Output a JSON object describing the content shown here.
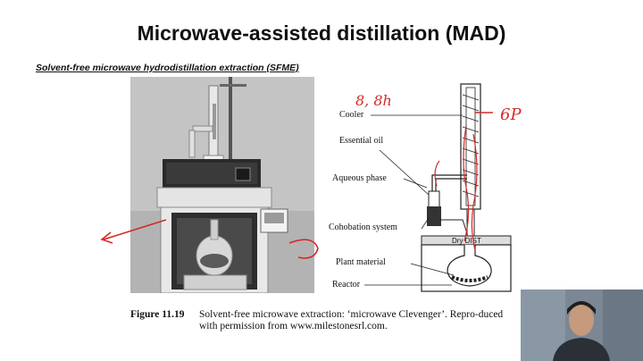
{
  "slide": {
    "title": "Microwave-assisted distillation (MAD)",
    "subtitle": "Solvent-free microwave hydrodistillation extraction (SFME)"
  },
  "diagram": {
    "labels": {
      "cooler": "Cooler",
      "essential_oil": "Essential oil",
      "aqueous_phase": "Aqueous phase",
      "cohobation": "Cohobation system",
      "plant_material": "Plant material",
      "reactor": "Reactor",
      "oven_label": "Dry DIST"
    }
  },
  "caption": {
    "figure": "Figure 11.19",
    "text": "Solvent-free microwave extraction: ‘microwave Clevenger’. Repro-duced with permission from www.milestonesrl.com."
  },
  "annotations": {
    "handwritten_1": "8, 8h",
    "handwritten_2": "6P",
    "ink_color": "#d42a2a"
  }
}
